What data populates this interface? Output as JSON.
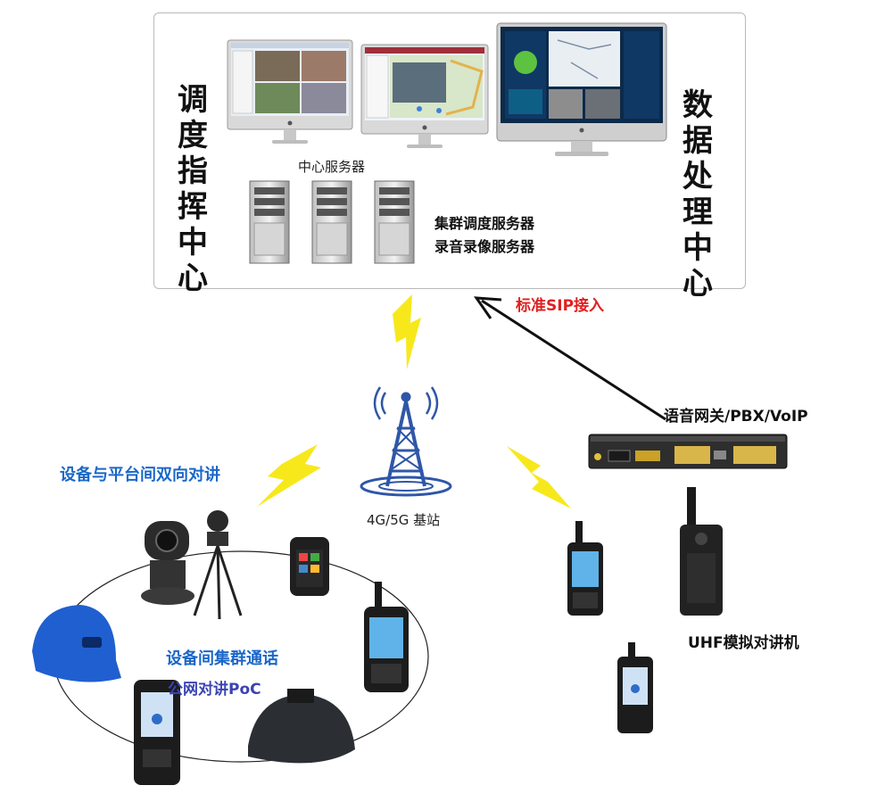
{
  "command_center": {
    "label": "调度指挥中心"
  },
  "data_center": {
    "label": "数据处理中心"
  },
  "servers": {
    "caption": "中心服务器",
    "lines": [
      "集群调度服务器",
      "录音录像服务器"
    ]
  },
  "link": {
    "sip_label": "标准SIP接入"
  },
  "gateway": {
    "label": "语音网关/PBX/VoIP"
  },
  "base_station": {
    "label": "4G/5G 基站"
  },
  "labels": {
    "two_way": "设备与平台间双向对讲",
    "cluster_call": "设备间集群通话",
    "poc": "公网对讲PoC",
    "uhf": "UHF模拟对讲机"
  },
  "colors": {
    "bolt": "#f7e81c",
    "tower": "#2f56a8",
    "sip_text": "#e02020",
    "blue_text": "#1a67c8"
  }
}
